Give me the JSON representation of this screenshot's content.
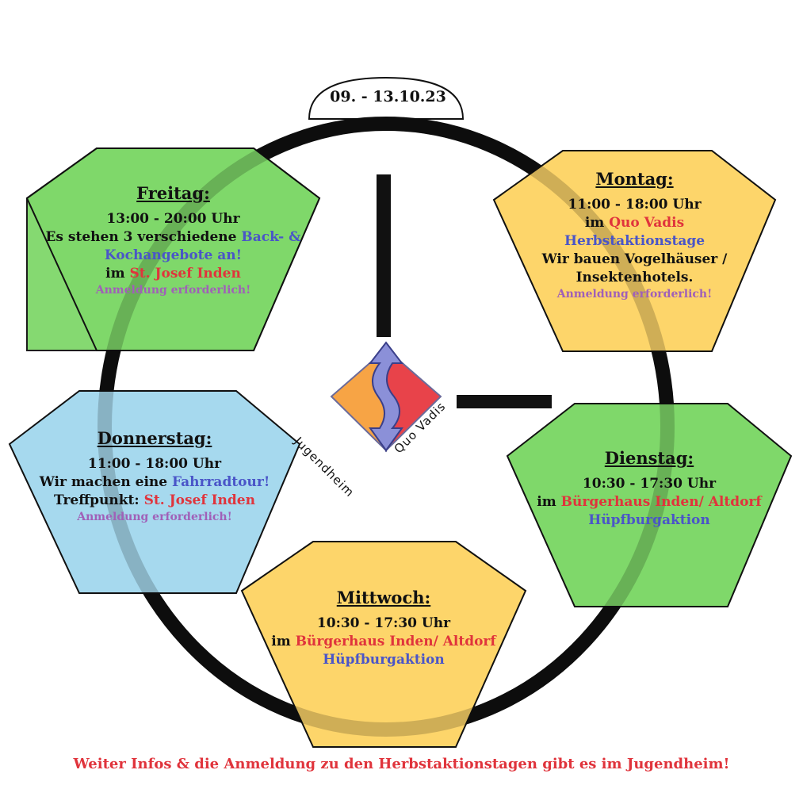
{
  "date_range": "09. - 13.10.23",
  "logo": {
    "left_text": "Jugendheim",
    "right_text": "Quo Vadis"
  },
  "days": {
    "montag": {
      "title": "Montag:",
      "time": "11:00 - 18:00 Uhr",
      "loc_prefix": "im ",
      "location": "Quo Vadis",
      "event": "Herbstaktionstage",
      "desc1": "Wir bauen Vogelhäuser /",
      "desc2": "Insektenhotels.",
      "note": "Anmeldung erforderlich!",
      "color": "#fdd56a"
    },
    "dienstag": {
      "title": "Dienstag:",
      "time": "10:30 - 17:30 Uhr",
      "loc_prefix": "im ",
      "location": "Bürgerhaus Inden/ Altdorf",
      "event": "Hüpfburgaktion",
      "color": "#7fd86a"
    },
    "mittwoch": {
      "title": "Mittwoch:",
      "time": "10:30 - 17:30 Uhr",
      "loc_prefix": "im ",
      "location": "Bürgerhaus Inden/ Altdorf",
      "event": "Hüpfburgaktion",
      "color": "#fdd56a"
    },
    "donnerstag": {
      "title": "Donnerstag:",
      "time": "11:00 - 18:00 Uhr",
      "desc_prefix": "Wir machen eine ",
      "activity": "Fahrradtour!",
      "meet_prefix": "Treffpunkt: ",
      "location": "St. Josef Inden",
      "note": "Anmeldung erforderlich!",
      "color": "#a6d9ee"
    },
    "freitag": {
      "title": "Freitag:",
      "time": "13:00 - 20:00 Uhr",
      "desc_prefix": "Es stehen 3 verschiedene ",
      "activity1": "Back- &",
      "activity2": "Kochangebote an!",
      "loc_prefix": "im ",
      "location": "St. Josef Inden",
      "note": "Anmeldung erforderlich!",
      "color": "#7fd86a"
    }
  },
  "footer": "Weiter Infos & die Anmeldung zu den Herbstaktionstagen gibt es im Jugendheim!",
  "colors": {
    "ring": "#111111",
    "blue": "#4a55c8",
    "red": "#e0343c",
    "purple": "#a060b8",
    "logo_orange": "#f7a445",
    "logo_red": "#e8434a",
    "logo_blue": "#8b90d8"
  }
}
